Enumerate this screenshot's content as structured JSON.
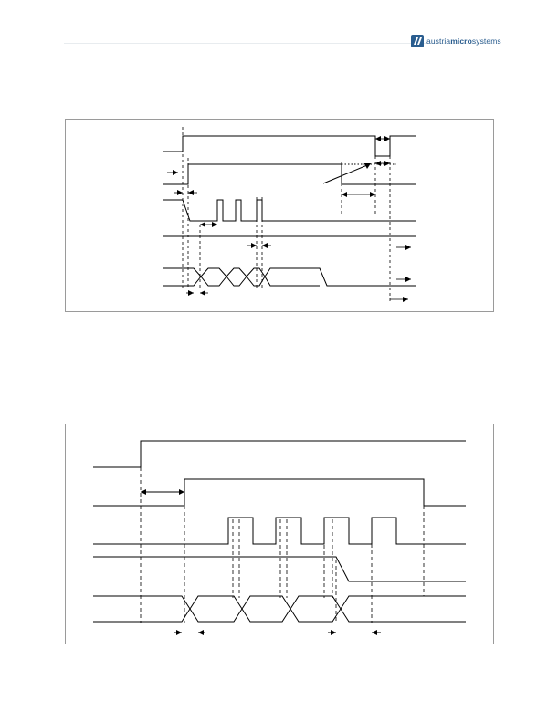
{
  "header": {
    "logo": {
      "text_regular": "austria",
      "text_bold": "micro",
      "text_tail": "systems",
      "color": "#2a5d8f"
    }
  },
  "figures": [
    {
      "id": "timing-diagram-1",
      "labels": []
    },
    {
      "id": "timing-diagram-2",
      "labels": []
    }
  ],
  "colors": {
    "line": "#000000",
    "frame": "#9a9a9a"
  }
}
